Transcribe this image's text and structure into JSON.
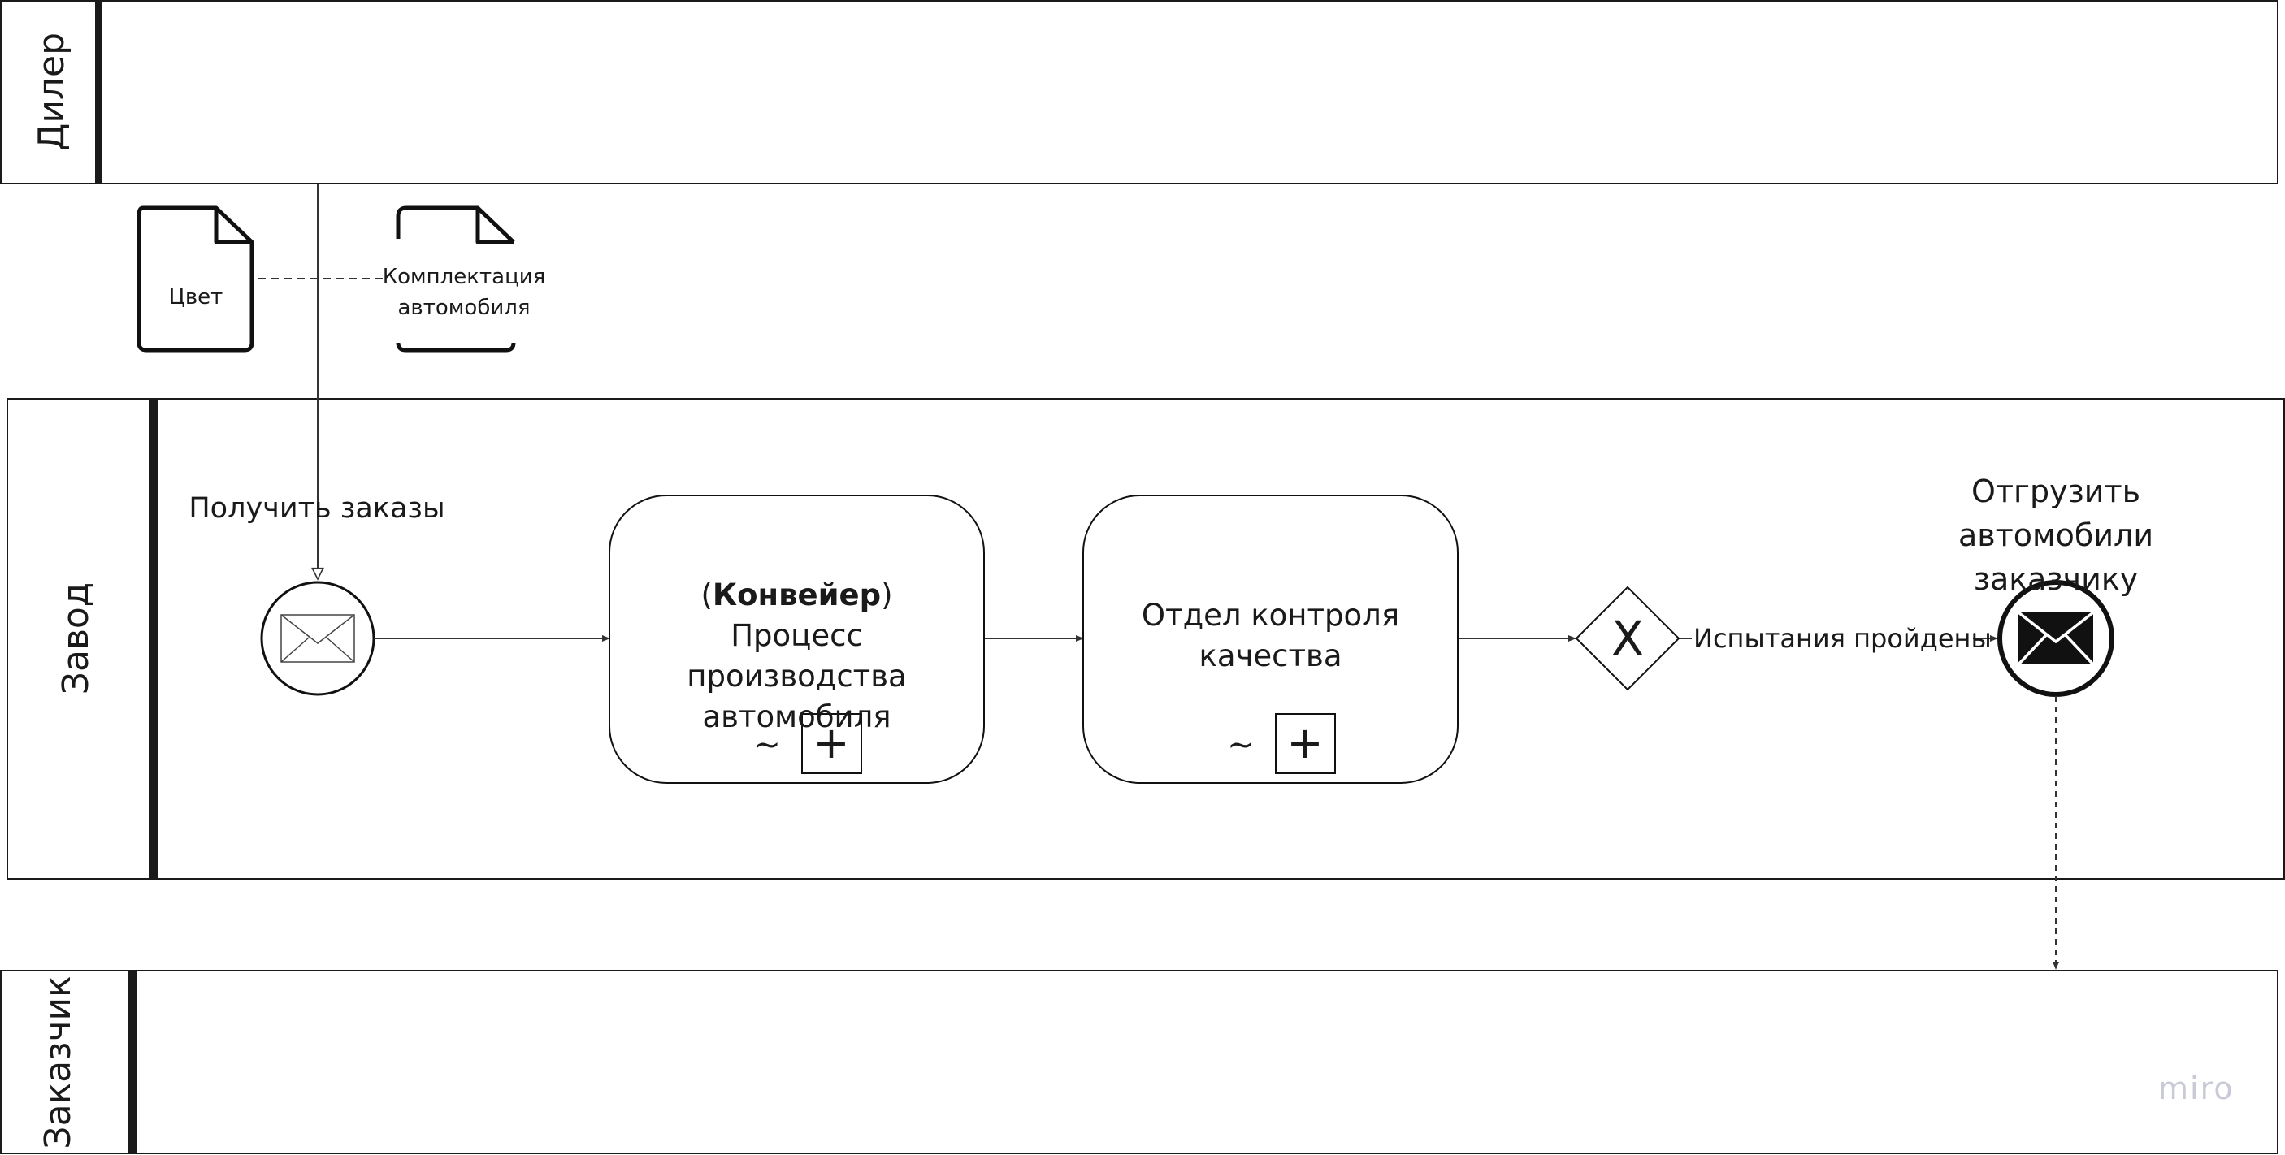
{
  "lanes": {
    "dealer": "Дилер",
    "factory": "Завод",
    "customer": "Заказчик"
  },
  "data_objects": {
    "color": "Цвет",
    "configuration_line1": "Комплектация",
    "configuration_line2": "автомобиля"
  },
  "events": {
    "receive_orders": "Получить заказы",
    "ship_line1": "Отгрузить автомобили",
    "ship_line2": "заказчику"
  },
  "tasks": {
    "production_paren_open": "(",
    "production_bold": "Конвейер",
    "production_paren_close": ")",
    "production_line2": "Процесс производства",
    "production_line3": "автомобиля",
    "quality_line1": "Отдел контроля",
    "quality_line2": "качества",
    "loop_marker": "~",
    "subprocess_marker": "+"
  },
  "gateway": {
    "marker": "X",
    "flow_label": "Испытания пройдены"
  },
  "watermark": "miro"
}
